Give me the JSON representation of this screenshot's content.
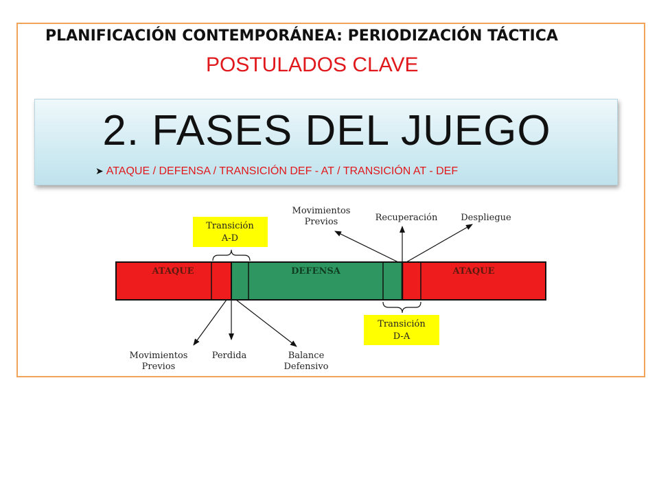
{
  "slide": {
    "title": "PLANIFICACIÓN CONTEMPORÁNEA: PERIODIZACIÓN TÁCTICA",
    "subtitle": "POSTULADOS CLAVE",
    "banner": {
      "heading": "2. FASES DEL JUEGO",
      "bullet_icon": "arrowhead-bullet-icon",
      "bullet_text": "ATAQUE  / DEFENSA / TRANSICIÓN  DEF - AT / TRANSICIÓN  AT - DEF"
    }
  },
  "diagram": {
    "bar_segments": [
      {
        "label": "ATAQUE",
        "color": "#ee1c1c"
      },
      {
        "label": "DEFENSA",
        "color": "#2e9660"
      },
      {
        "label": "ATAQUE",
        "color": "#ee1c1c"
      }
    ],
    "transition_boxes": [
      {
        "line1": "Transición",
        "line2": "A-D",
        "color": "#ffff00"
      },
      {
        "line1": "Transición",
        "line2": "D-A",
        "color": "#ffff00"
      }
    ],
    "top_labels": [
      {
        "line1": "Movimientos",
        "line2": "Previos"
      },
      {
        "line1": "Recuperación",
        "line2": ""
      },
      {
        "line1": "Despliegue",
        "line2": ""
      }
    ],
    "bottom_labels": [
      {
        "line1": "Movimientos",
        "line2": "Previos"
      },
      {
        "line1": "Perdida",
        "line2": ""
      },
      {
        "line1": "Balance",
        "line2": "Defensivo"
      }
    ]
  },
  "colors": {
    "frame_border": "#f2a35a",
    "subtitle_red": "#e0181c",
    "attack_red": "#ee1c1c",
    "defense_green": "#2e9660",
    "transition_yellow": "#ffff00"
  }
}
